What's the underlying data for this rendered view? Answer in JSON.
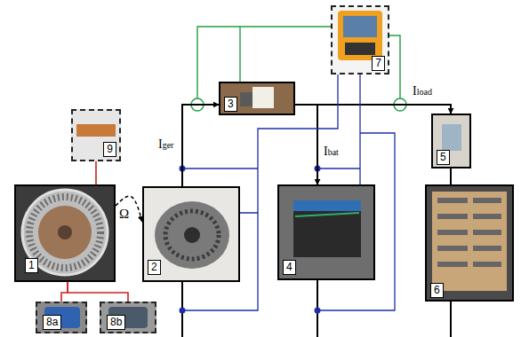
{
  "diagram": {
    "nodes": [
      {
        "text": [
          "1"
        ]
      },
      {
        "text": [
          "2"
        ]
      },
      {
        "text": [
          "3"
        ]
      },
      {
        "text": [
          "4"
        ]
      },
      {
        "text": [
          "5"
        ]
      },
      {
        "text": [
          "6"
        ]
      },
      {
        "text": [
          "7"
        ]
      },
      {
        "text": [
          "8a"
        ]
      },
      {
        "text": [
          "8b"
        ]
      },
      {
        "text": [
          "9"
        ]
      }
    ],
    "edges": [
      {
        "from": 0,
        "to": 1,
        "arrow": "to",
        "label": "Ω"
      },
      {
        "from": 9,
        "to": 0,
        "arrow": "none"
      },
      {
        "from": 0,
        "to": 7,
        "arrow": "none"
      },
      {
        "from": 0,
        "to": 8,
        "arrow": "none"
      },
      {
        "from": 1,
        "to": 2,
        "arrow": "to",
        "label": "Iger"
      },
      {
        "from": 2,
        "to": 3,
        "arrow": "to",
        "label": "Ibat"
      },
      {
        "from": 2,
        "to": 4,
        "arrow": "to",
        "label": "Iload"
      },
      {
        "from": 4,
        "to": 5,
        "arrow": "none"
      },
      {
        "from": 6,
        "to": 1,
        "arrow": "none"
      },
      {
        "from": 6,
        "to": 3,
        "arrow": "none"
      },
      {
        "from": 6,
        "to": 2,
        "arrow": "none"
      }
    ]
  }
}
